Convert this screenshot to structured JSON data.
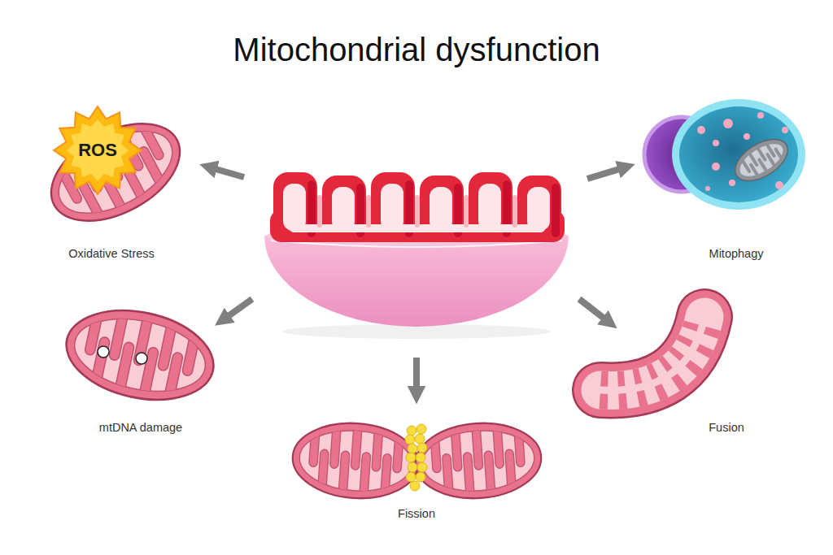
{
  "diagram": {
    "title": "Mitochondrial dysfunction",
    "nodes": [
      {
        "text": [
          "Oxidative Stress"
        ]
      },
      {
        "text": [
          "ROS"
        ],
        "in": 0
      },
      {
        "text": [
          "Mitophagy"
        ]
      },
      {
        "text": [
          "mtDNA damage"
        ]
      },
      {
        "text": [
          "Fusion"
        ]
      },
      {
        "text": [
          "Fission"
        ]
      }
    ]
  }
}
